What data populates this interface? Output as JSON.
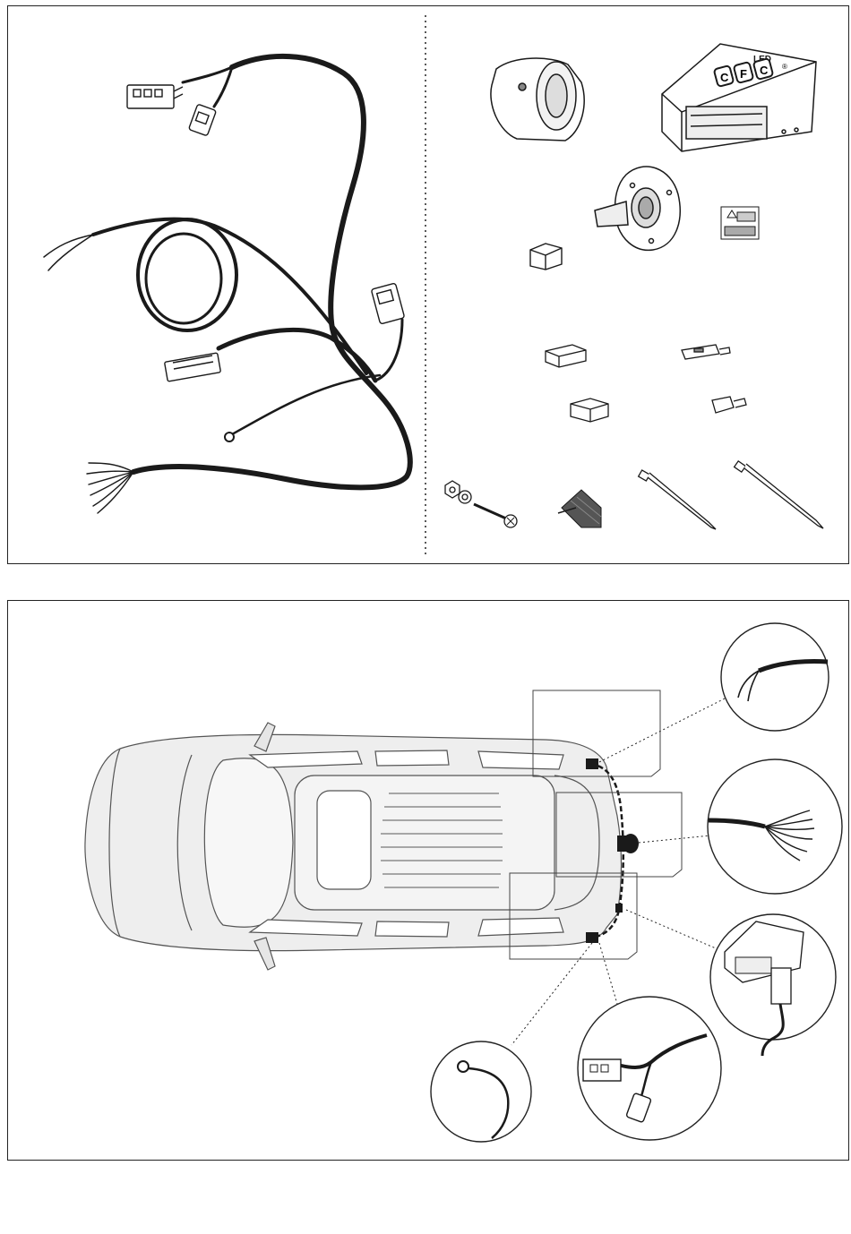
{
  "kit_panel": {
    "items": [
      "harness-main",
      "socket-13pin",
      "led-control-module",
      "socket-mount-plate",
      "warning-sticker",
      "relay-plug",
      "connector-flat",
      "connector-terminal",
      "connector-plug",
      "connector-spade",
      "bolt-nut-washer",
      "adhesive-pads",
      "cable-tie-short",
      "cable-tie-long"
    ],
    "module_logo": {
      "letters": "LED",
      "brand_letters": [
        "C",
        "F",
        "C"
      ],
      "mark": "®"
    }
  },
  "install_panel": {
    "callouts": [
      "callout-cable-ends",
      "callout-socket-wires",
      "callout-module",
      "callout-connector-pair",
      "callout-ground-ring"
    ]
  },
  "colors": {
    "line": "#1a1a1a",
    "car_fill": "#eeeeee",
    "car_stroke": "#555555"
  }
}
